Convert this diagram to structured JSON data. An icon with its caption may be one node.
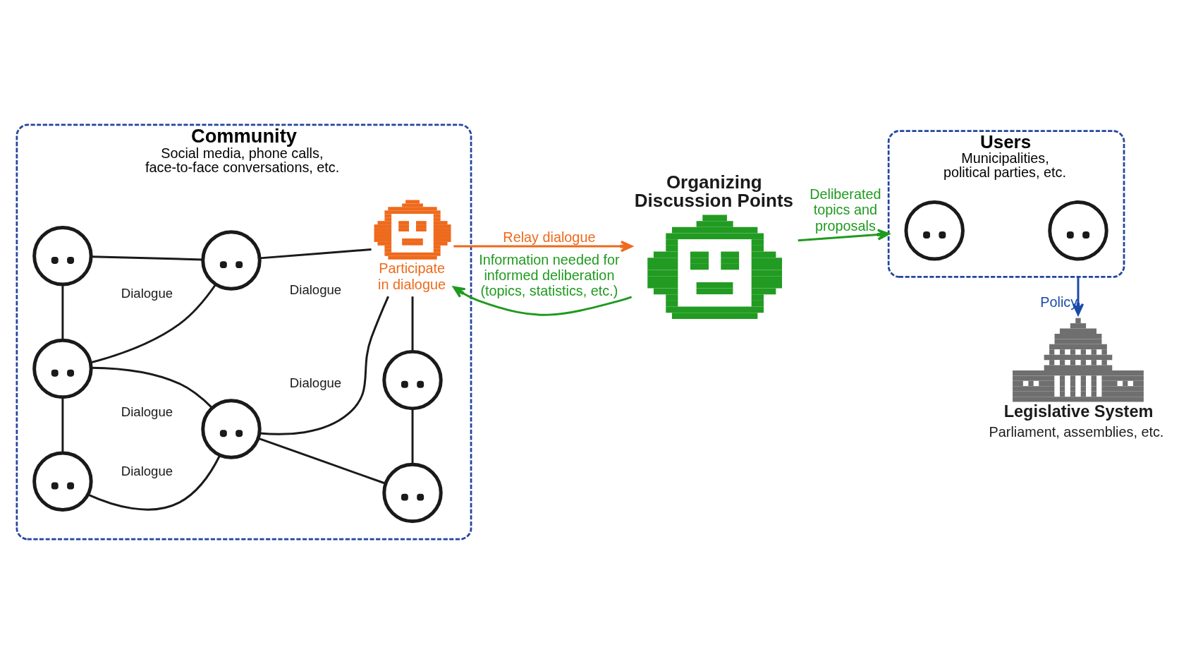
{
  "diagram": {
    "nodes": [
      {
        "text": [
          "Community",
          "Social media, phone calls, face-to-face conversations, etc."
        ]
      },
      {
        "text": [],
        "shape": "person",
        "in": 0
      },
      {
        "text": [],
        "shape": "person",
        "in": 0
      },
      {
        "text": [],
        "shape": "person",
        "in": 0
      },
      {
        "text": [],
        "shape": "person",
        "in": 0
      },
      {
        "text": [],
        "shape": "person",
        "in": 0
      },
      {
        "text": [],
        "shape": "picture",
        "in": 0,
        "beside": [
          "Participate in dialogue"
        ]
      },
      {
        "text": [],
        "shape": "person",
        "in": 0
      },
      {
        "text": [],
        "shape": "person",
        "in": 0
      },
      {
        "text": [],
        "shape": "picture",
        "beside": [
          "Organizing Discussion Points"
        ]
      },
      {
        "text": [
          "Users",
          "Municipalities, political parties, etc."
        ]
      },
      {
        "text": [],
        "shape": "person",
        "in": 10
      },
      {
        "text": [],
        "shape": "person",
        "in": 10
      },
      {
        "text": [],
        "shape": "picture",
        "beside": [
          "Legislative System",
          "Parliament, assemblies, etc."
        ]
      }
    ],
    "edges": [
      {
        "from": 1,
        "to": 2,
        "arrow": "none"
      },
      {
        "from": 2,
        "to": 3,
        "arrow": "none"
      },
      {
        "from": 3,
        "to": 4,
        "arrow": "none"
      },
      {
        "from": 1,
        "to": 5,
        "arrow": "none"
      },
      {
        "from": 5,
        "to": 2,
        "arrow": "none"
      },
      {
        "from": 2,
        "to": 6,
        "arrow": "none"
      },
      {
        "from": 4,
        "to": 6,
        "arrow": "none"
      },
      {
        "from": 5,
        "to": 7,
        "arrow": "none"
      },
      {
        "from": 5,
        "to": 8,
        "arrow": "none"
      },
      {
        "from": 7,
        "to": 8,
        "arrow": "none"
      },
      {
        "from": 8,
        "to": 6,
        "arrow": "none"
      },
      {
        "from": 6,
        "to": 9,
        "arrow": "to",
        "label": "Relay dialogue",
        "color": "#ee6a1c"
      },
      {
        "from": 9,
        "to": 6,
        "arrow": "to",
        "label": "Information needed for informed deliberation (topics, statistics, etc.)",
        "color": "#1f9a1f"
      },
      {
        "from": 9,
        "to": 10,
        "arrow": "to",
        "label": "Deliberated topics and proposals",
        "color": "#1f9a1f"
      },
      {
        "from": 10,
        "to": 13,
        "arrow": "to",
        "label": "Policy",
        "color": "#1a4aa8"
      }
    ],
    "labels": [
      "Dialogue",
      "Dialogue",
      "Dialogue",
      "Dialogue",
      "Dialogue"
    ]
  }
}
